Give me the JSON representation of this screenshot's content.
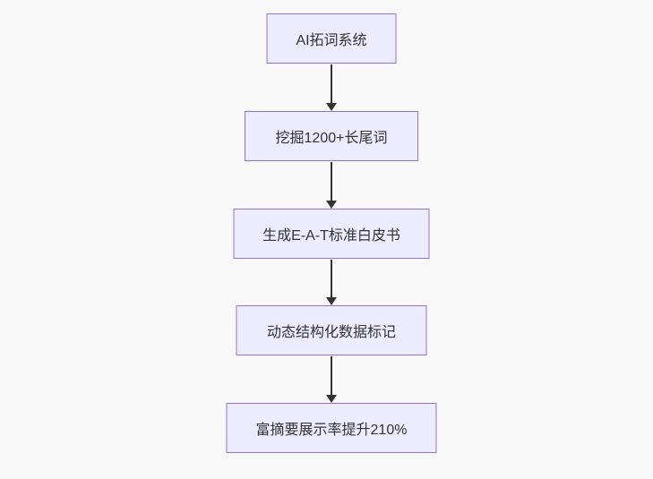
{
  "canvas": {
    "background_color": "#f8f8f8"
  },
  "flowchart": {
    "type": "flowchart",
    "direction": "top-down",
    "style": {
      "node_fill_color": "#ECECFF",
      "node_border_color": "#9370DB",
      "text_color": "#333333",
      "arrow_color": "#333333"
    },
    "nodes": [
      {
        "id": "1",
        "label": "AI拓词系统"
      },
      {
        "id": "2",
        "label": "挖掘1200+长尾词"
      },
      {
        "id": "3",
        "label": "生成E-A-T标准白皮书"
      },
      {
        "id": "4",
        "label": "动态结构化数据标记"
      },
      {
        "id": "5",
        "label": "富摘要展示率提升210%"
      }
    ],
    "edges": [
      {
        "from": "1",
        "to": "2"
      },
      {
        "from": "2",
        "to": "3"
      },
      {
        "from": "3",
        "to": "4"
      },
      {
        "from": "4",
        "to": "5"
      }
    ]
  }
}
